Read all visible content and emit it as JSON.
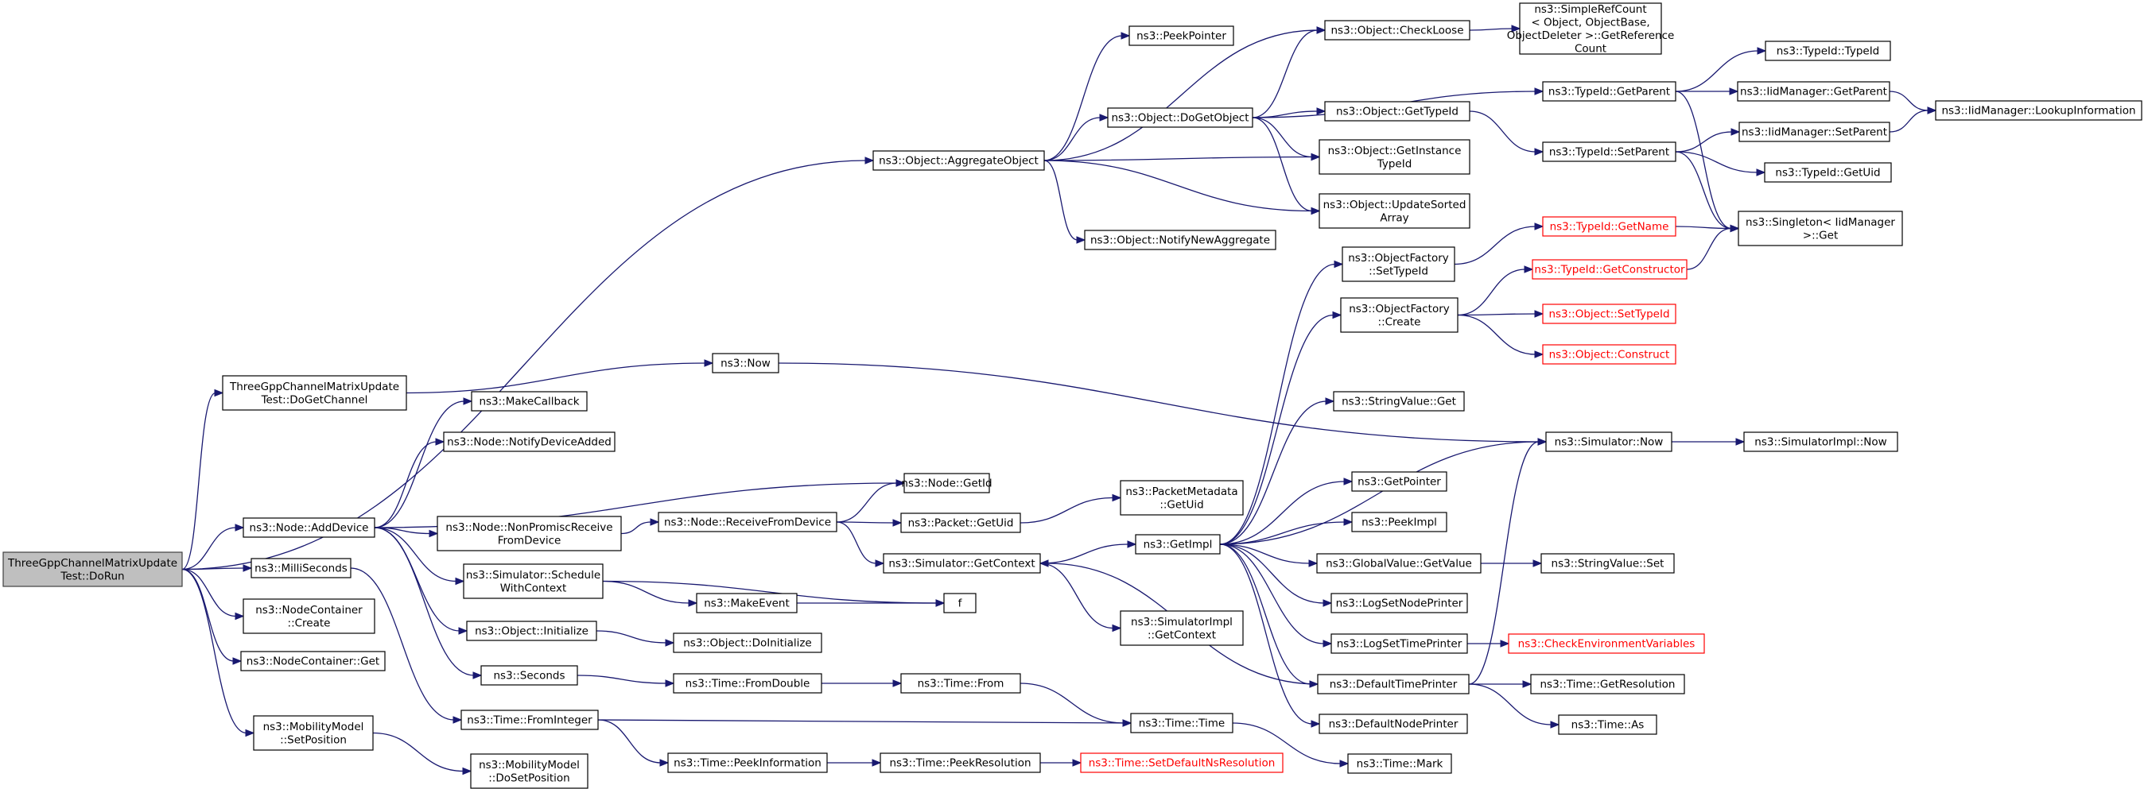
{
  "graph": {
    "root": "root",
    "colors": {
      "edge": "#191970",
      "node_border": "#000000",
      "truncated_border": "#ff0000",
      "root_fill": "#bfbfbf"
    },
    "nodes": [
      {
        "id": "root",
        "lines": [
          "ThreeGppChannelMatrixUpdate",
          "Test::DoRun"
        ],
        "style": "root"
      },
      {
        "id": "aggobj",
        "lines": [
          "ns3::Object::AggregateObject"
        ]
      },
      {
        "id": "dogetchannel",
        "lines": [
          "ThreeGppChannelMatrixUpdate",
          "Test::DoGetChannel"
        ]
      },
      {
        "id": "adddevice",
        "lines": [
          "ns3::Node::AddDevice"
        ]
      },
      {
        "id": "millis",
        "lines": [
          "ns3::MilliSeconds"
        ]
      },
      {
        "id": "nccreate",
        "lines": [
          "ns3::NodeContainer",
          "::Create"
        ]
      },
      {
        "id": "ncget",
        "lines": [
          "ns3::NodeContainer::Get"
        ]
      },
      {
        "id": "mmsetpos",
        "lines": [
          "ns3::MobilityModel",
          "::SetPosition"
        ]
      },
      {
        "id": "peekpointer",
        "lines": [
          "ns3::PeekPointer"
        ]
      },
      {
        "id": "dogetobject",
        "lines": [
          "ns3::Object::DoGetObject"
        ]
      },
      {
        "id": "notifynewagg",
        "lines": [
          "ns3::Object::NotifyNewAggregate"
        ]
      },
      {
        "id": "checkloose",
        "lines": [
          "ns3::Object::CheckLoose"
        ]
      },
      {
        "id": "getinsttid",
        "lines": [
          "ns3::Object::GetInstance",
          "TypeId"
        ]
      },
      {
        "id": "updatesorted",
        "lines": [
          "ns3::Object::UpdateSorted",
          "Array"
        ]
      },
      {
        "id": "gettypeid",
        "lines": [
          "ns3::Object::GetTypeId"
        ]
      },
      {
        "id": "getrefcount",
        "lines": [
          "ns3::SimpleRefCount",
          "< Object, ObjectBase,",
          "ObjectDeleter >::GetReference",
          "Count"
        ]
      },
      {
        "id": "tidgetparent",
        "lines": [
          "ns3::TypeId::GetParent"
        ]
      },
      {
        "id": "tidsetparent",
        "lines": [
          "ns3::TypeId::SetParent"
        ]
      },
      {
        "id": "tidtypeid",
        "lines": [
          "ns3::TypeId::TypeId"
        ]
      },
      {
        "id": "iidgetparent",
        "lines": [
          "ns3::IidManager::GetParent"
        ]
      },
      {
        "id": "iidlookup",
        "lines": [
          "ns3::IidManager::LookupInformation"
        ]
      },
      {
        "id": "iidsetparent",
        "lines": [
          "ns3::IidManager::SetParent"
        ]
      },
      {
        "id": "tidgetuid",
        "lines": [
          "ns3::TypeId::GetUid"
        ]
      },
      {
        "id": "singletonget",
        "lines": [
          "ns3::Singleton< IidManager",
          ">::Get"
        ]
      },
      {
        "id": "tidgetname",
        "lines": [
          "ns3::TypeId::GetName"
        ],
        "style": "red"
      },
      {
        "id": "tidgetctor",
        "lines": [
          "ns3::TypeId::GetConstructor"
        ],
        "style": "red"
      },
      {
        "id": "objsettypeid",
        "lines": [
          "ns3::Object::SetTypeId"
        ],
        "style": "red"
      },
      {
        "id": "objconstruct",
        "lines": [
          "ns3::Object::Construct"
        ],
        "style": "red"
      },
      {
        "id": "ofsettypeid",
        "lines": [
          "ns3::ObjectFactory",
          "::SetTypeId"
        ]
      },
      {
        "id": "ofcreate",
        "lines": [
          "ns3::ObjectFactory",
          "::Create"
        ]
      },
      {
        "id": "now",
        "lines": [
          "ns3::Now"
        ]
      },
      {
        "id": "makecallback",
        "lines": [
          "ns3::MakeCallback"
        ]
      },
      {
        "id": "notifydevadded",
        "lines": [
          "ns3::Node::NotifyDeviceAdded"
        ]
      },
      {
        "id": "nodegetid",
        "lines": [
          "ns3::Node::GetId"
        ]
      },
      {
        "id": "nonpromisc",
        "lines": [
          "ns3::Node::NonPromiscReceive",
          "FromDevice"
        ]
      },
      {
        "id": "recvfromdev",
        "lines": [
          "ns3::Node::ReceiveFromDevice"
        ]
      },
      {
        "id": "packetgetuid",
        "lines": [
          "ns3::Packet::GetUid"
        ]
      },
      {
        "id": "pmgetuid",
        "lines": [
          "ns3::PacketMetadata",
          "::GetUid"
        ]
      },
      {
        "id": "simgetctx",
        "lines": [
          "ns3::Simulator::GetContext"
        ]
      },
      {
        "id": "getimpl",
        "lines": [
          "ns3::GetImpl"
        ]
      },
      {
        "id": "simimplgetctx",
        "lines": [
          "ns3::SimulatorImpl",
          "::GetContext"
        ]
      },
      {
        "id": "schedwithctx",
        "lines": [
          "ns3::Simulator::Schedule",
          "WithContext"
        ]
      },
      {
        "id": "makeevent",
        "lines": [
          "ns3::MakeEvent"
        ]
      },
      {
        "id": "f",
        "lines": [
          "f"
        ]
      },
      {
        "id": "objinit",
        "lines": [
          "ns3::Object::Initialize"
        ]
      },
      {
        "id": "objdoinit",
        "lines": [
          "ns3::Object::DoInitialize"
        ]
      },
      {
        "id": "seconds",
        "lines": [
          "ns3::Seconds"
        ]
      },
      {
        "id": "fromdouble",
        "lines": [
          "ns3::Time::FromDouble"
        ]
      },
      {
        "id": "timefrom",
        "lines": [
          "ns3::Time::From"
        ]
      },
      {
        "id": "frominteger",
        "lines": [
          "ns3::Time::FromInteger"
        ]
      },
      {
        "id": "timetime",
        "lines": [
          "ns3::Time::Time"
        ]
      },
      {
        "id": "peekinfo",
        "lines": [
          "ns3::Time::PeekInformation"
        ]
      },
      {
        "id": "peekres",
        "lines": [
          "ns3::Time::PeekResolution"
        ]
      },
      {
        "id": "setdefns",
        "lines": [
          "ns3::Time::SetDefaultNsResolution"
        ],
        "style": "red"
      },
      {
        "id": "mmdosetpos",
        "lines": [
          "ns3::MobilityModel",
          "::DoSetPosition"
        ]
      },
      {
        "id": "timemark",
        "lines": [
          "ns3::Time::Mark"
        ]
      },
      {
        "id": "strvalget",
        "lines": [
          "ns3::StringValue::Get"
        ]
      },
      {
        "id": "simnow",
        "lines": [
          "ns3::Simulator::Now"
        ]
      },
      {
        "id": "simimplnow",
        "lines": [
          "ns3::SimulatorImpl::Now"
        ]
      },
      {
        "id": "getpointer",
        "lines": [
          "ns3::GetPointer"
        ]
      },
      {
        "id": "peekimpl",
        "lines": [
          "ns3::PeekImpl"
        ]
      },
      {
        "id": "gvgetvalue",
        "lines": [
          "ns3::GlobalValue::GetValue"
        ]
      },
      {
        "id": "strvalset",
        "lines": [
          "ns3::StringValue::Set"
        ]
      },
      {
        "id": "logsetnode",
        "lines": [
          "ns3::LogSetNodePrinter"
        ]
      },
      {
        "id": "logsettime",
        "lines": [
          "ns3::LogSetTimePrinter"
        ]
      },
      {
        "id": "checkenv",
        "lines": [
          "ns3::CheckEnvironmentVariables"
        ],
        "style": "red"
      },
      {
        "id": "deftimeprinter",
        "lines": [
          "ns3::DefaultTimePrinter"
        ]
      },
      {
        "id": "getresolution",
        "lines": [
          "ns3::Time::GetResolution"
        ]
      },
      {
        "id": "timeas",
        "lines": [
          "ns3::Time::As"
        ]
      },
      {
        "id": "defnodeprinter",
        "lines": [
          "ns3::DefaultNodePrinter"
        ]
      }
    ],
    "edges": [
      [
        "root",
        "aggobj"
      ],
      [
        "root",
        "dogetchannel"
      ],
      [
        "root",
        "adddevice"
      ],
      [
        "root",
        "millis"
      ],
      [
        "root",
        "nccreate"
      ],
      [
        "root",
        "ncget"
      ],
      [
        "root",
        "mmsetpos"
      ],
      [
        "aggobj",
        "peekpointer"
      ],
      [
        "aggobj",
        "checkloose"
      ],
      [
        "aggobj",
        "dogetobject"
      ],
      [
        "aggobj",
        "getinsttid"
      ],
      [
        "aggobj",
        "updatesorted"
      ],
      [
        "aggobj",
        "notifynewagg"
      ],
      [
        "checkloose",
        "getrefcount"
      ],
      [
        "dogetobject",
        "checkloose"
      ],
      [
        "dogetobject",
        "tidgetparent"
      ],
      [
        "dogetobject",
        "gettypeid"
      ],
      [
        "dogetobject",
        "getinsttid"
      ],
      [
        "dogetobject",
        "updatesorted"
      ],
      [
        "gettypeid",
        "tidsetparent"
      ],
      [
        "tidgetparent",
        "tidtypeid"
      ],
      [
        "tidgetparent",
        "iidgetparent"
      ],
      [
        "tidgetparent",
        "singletonget"
      ],
      [
        "iidgetparent",
        "iidlookup"
      ],
      [
        "tidsetparent",
        "iidsetparent"
      ],
      [
        "tidsetparent",
        "tidgetuid"
      ],
      [
        "tidsetparent",
        "singletonget"
      ],
      [
        "iidsetparent",
        "iidlookup"
      ],
      [
        "tidgetname",
        "singletonget"
      ],
      [
        "tidgetctor",
        "singletonget"
      ],
      [
        "ofsettypeid",
        "tidgetname"
      ],
      [
        "ofcreate",
        "tidgetctor"
      ],
      [
        "ofcreate",
        "objsettypeid"
      ],
      [
        "ofcreate",
        "objconstruct"
      ],
      [
        "dogetchannel",
        "now"
      ],
      [
        "now",
        "simnow"
      ],
      [
        "adddevice",
        "makecallback"
      ],
      [
        "adddevice",
        "notifydevadded"
      ],
      [
        "adddevice",
        "nodegetid"
      ],
      [
        "adddevice",
        "nonpromisc"
      ],
      [
        "adddevice",
        "schedwithctx"
      ],
      [
        "adddevice",
        "objinit"
      ],
      [
        "adddevice",
        "seconds"
      ],
      [
        "nonpromisc",
        "recvfromdev"
      ],
      [
        "recvfromdev",
        "nodegetid"
      ],
      [
        "recvfromdev",
        "packetgetuid"
      ],
      [
        "recvfromdev",
        "simgetctx"
      ],
      [
        "packetgetuid",
        "pmgetuid"
      ],
      [
        "simgetctx",
        "getimpl"
      ],
      [
        "simgetctx",
        "simimplgetctx"
      ],
      [
        "schedwithctx",
        "f"
      ],
      [
        "schedwithctx",
        "makeevent"
      ],
      [
        "makeevent",
        "f"
      ],
      [
        "objinit",
        "objdoinit"
      ],
      [
        "seconds",
        "fromdouble"
      ],
      [
        "fromdouble",
        "timefrom"
      ],
      [
        "timefrom",
        "timetime"
      ],
      [
        "millis",
        "frominteger"
      ],
      [
        "frominteger",
        "timetime"
      ],
      [
        "frominteger",
        "peekinfo"
      ],
      [
        "peekinfo",
        "peekres"
      ],
      [
        "peekres",
        "setdefns"
      ],
      [
        "timetime",
        "timemark"
      ],
      [
        "mmsetpos",
        "mmdosetpos"
      ],
      [
        "getimpl",
        "ofsettypeid"
      ],
      [
        "getimpl",
        "ofcreate"
      ],
      [
        "getimpl",
        "strvalget"
      ],
      [
        "getimpl",
        "simnow"
      ],
      [
        "getimpl",
        "getpointer"
      ],
      [
        "getimpl",
        "peekimpl"
      ],
      [
        "getimpl",
        "gvgetvalue"
      ],
      [
        "getimpl",
        "logsetnode"
      ],
      [
        "getimpl",
        "logsettime"
      ],
      [
        "getimpl",
        "deftimeprinter"
      ],
      [
        "getimpl",
        "defnodeprinter"
      ],
      [
        "simnow",
        "simimplnow"
      ],
      [
        "gvgetvalue",
        "strvalset"
      ],
      [
        "logsettime",
        "checkenv"
      ],
      [
        "deftimeprinter",
        "simnow"
      ],
      [
        "deftimeprinter",
        "getresolution"
      ],
      [
        "deftimeprinter",
        "timeas"
      ],
      [
        "deftimeprinter",
        "simgetctx"
      ]
    ]
  }
}
